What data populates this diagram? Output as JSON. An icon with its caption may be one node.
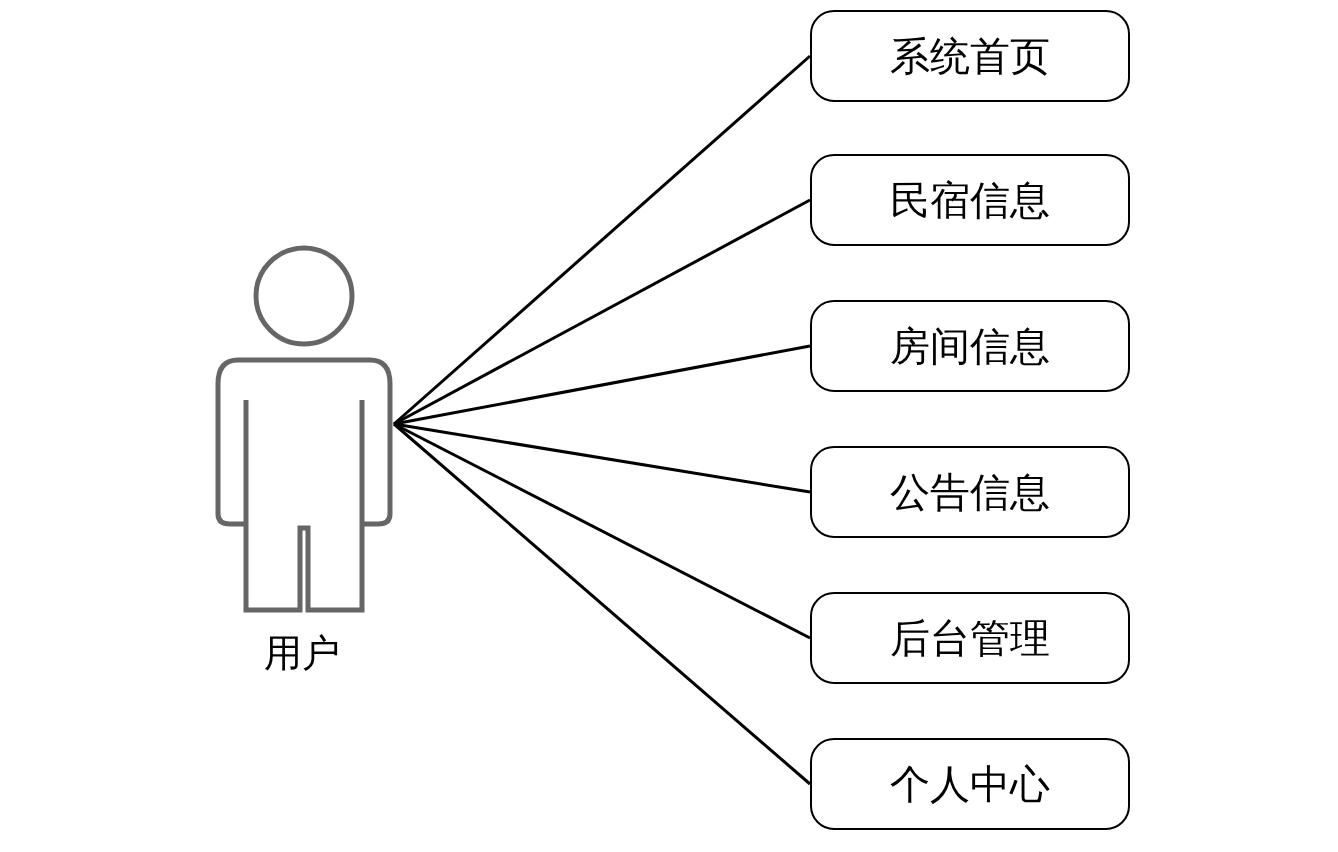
{
  "diagram": {
    "nodes": [
      {
        "text": [
          "用户"
        ]
      },
      {
        "text": [
          "系统首页"
        ]
      },
      {
        "text": [
          "民宿信息"
        ]
      },
      {
        "text": [
          "房间信息"
        ]
      },
      {
        "text": [
          "公告信息"
        ]
      },
      {
        "text": [
          "后台管理"
        ]
      },
      {
        "text": [
          "个人中心"
        ]
      }
    ],
    "edges": [
      {
        "from": 0,
        "to": 1,
        "arrow": "none"
      },
      {
        "from": 0,
        "to": 2,
        "arrow": "none"
      },
      {
        "from": 0,
        "to": 3,
        "arrow": "none"
      },
      {
        "from": 0,
        "to": 4,
        "arrow": "none"
      },
      {
        "from": 0,
        "to": 5,
        "arrow": "none"
      },
      {
        "from": 0,
        "to": 6,
        "arrow": "none"
      }
    ]
  }
}
